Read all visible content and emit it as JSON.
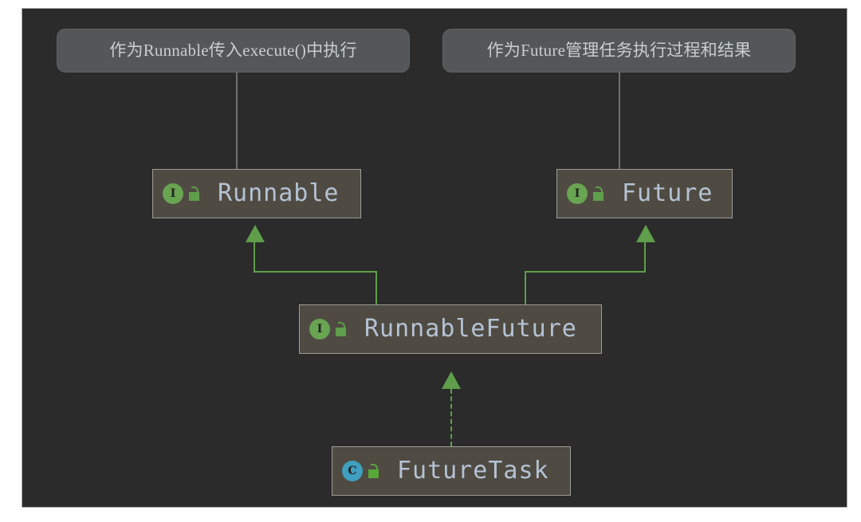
{
  "diagram": {
    "type": "uml-class-diagram",
    "background_color": "#2b2b2b",
    "accent_color": "#5f9e4a",
    "node_fill_color": "#4f4b42",
    "node_text_color": "#b4c2d4",
    "note_fill_color": "#545759",
    "note_text_color": "#c8cdd1",
    "class_icon_color": "#3f9fbf",
    "interface_icon_color": "#69a453"
  },
  "notes": [
    {
      "id": "note-runnable",
      "text": "作为Runnable传入execute()中执行",
      "attached_to": "Runnable"
    },
    {
      "id": "note-future",
      "text": "作为Future管理任务执行过程和结果",
      "attached_to": "Future"
    }
  ],
  "nodes": [
    {
      "id": "node-runnable",
      "name": "Runnable",
      "kind": "interface",
      "kind_letter": "I",
      "visibility": "public",
      "visibility_icon": "unlocked-padlock-icon"
    },
    {
      "id": "node-future",
      "name": "Future",
      "kind": "interface",
      "kind_letter": "I",
      "visibility": "public",
      "visibility_icon": "unlocked-padlock-icon"
    },
    {
      "id": "node-runnablefuture",
      "name": "RunnableFuture",
      "kind": "interface",
      "kind_letter": "I",
      "visibility": "public",
      "visibility_icon": "unlocked-padlock-icon"
    },
    {
      "id": "node-futuretask",
      "name": "FutureTask",
      "kind": "class",
      "kind_letter": "C",
      "visibility": "public",
      "visibility_icon": "unlocked-padlock-icon"
    }
  ],
  "connections": [
    {
      "from": "RunnableFuture",
      "to": "Runnable",
      "relation": "extends",
      "line_style": "solid",
      "arrow": "filled-triangle"
    },
    {
      "from": "RunnableFuture",
      "to": "Future",
      "relation": "extends",
      "line_style": "solid",
      "arrow": "filled-triangle"
    },
    {
      "from": "FutureTask",
      "to": "RunnableFuture",
      "relation": "implements",
      "line_style": "dashed",
      "arrow": "filled-triangle"
    },
    {
      "from": "note-runnable",
      "to": "Runnable",
      "relation": "note-link",
      "line_style": "solid",
      "arrow": "none"
    },
    {
      "from": "note-future",
      "to": "Future",
      "relation": "note-link",
      "line_style": "solid",
      "arrow": "none"
    }
  ]
}
